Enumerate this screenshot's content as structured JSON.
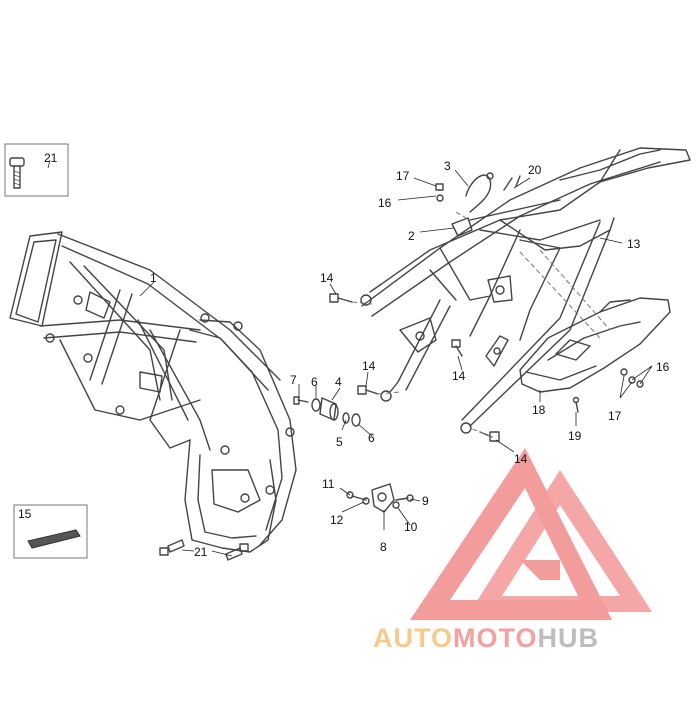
{
  "callouts": {
    "n1": "1",
    "n2": "2",
    "n3": "3",
    "n4": "4",
    "n5": "5",
    "n6a": "6",
    "n6b": "6",
    "n7": "7",
    "n8": "8",
    "n9": "9",
    "n10": "10",
    "n11": "11",
    "n12": "12",
    "n13": "13",
    "n14a": "14",
    "n14b": "14",
    "n14c": "14",
    "n14d": "14",
    "n15": "15",
    "n16a": "16",
    "n16b": "16",
    "n17a": "17",
    "n17b": "17",
    "n18": "18",
    "n19": "19",
    "n20": "20",
    "n21a": "21",
    "n21b": "21"
  },
  "watermark": {
    "part1": "AUTO",
    "part2": "MOTO",
    "part3": "HUB",
    "colors": {
      "logo": "#f28b8b",
      "auto": "#f7c98a",
      "moto": "#f4a0a0",
      "hub": "#bdbdbd"
    }
  }
}
